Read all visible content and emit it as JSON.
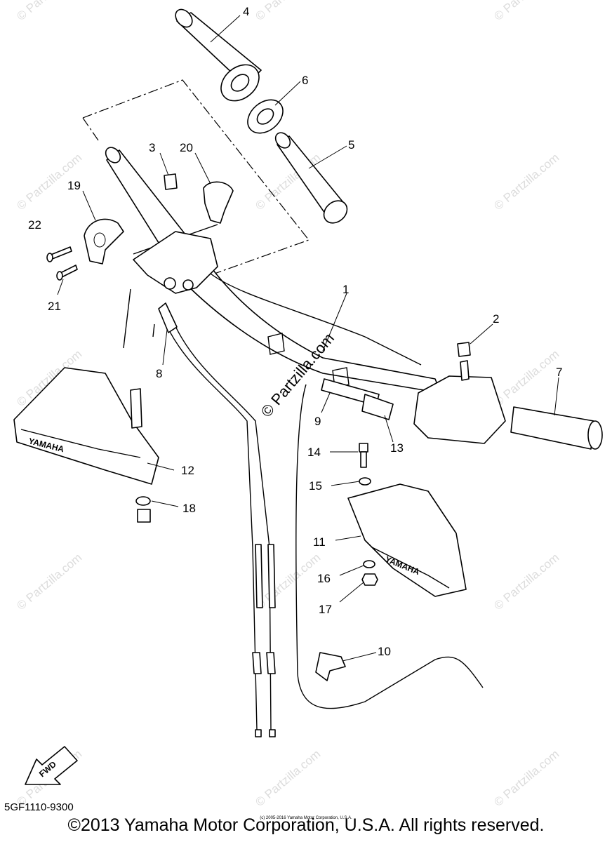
{
  "diagram": {
    "callouts": [
      "1",
      "2",
      "3",
      "4",
      "5",
      "6",
      "7",
      "8",
      "9",
      "10",
      "11",
      "12",
      "13",
      "14",
      "15",
      "16",
      "17",
      "18",
      "19",
      "20",
      "21",
      "22"
    ],
    "watermark": "© Partzilla.com",
    "center_watermark": "© Partzilla.com",
    "guard_brand": "YAMAHA",
    "fwd_label": "FWD"
  },
  "footer": {
    "diagram_code": "5GF1110-9300",
    "copyright": "©2013 Yamaha Motor Corporation, U.S.A. All rights reserved.",
    "tiny_notice": "(c) 2005-2016 Yamaha Motor Corporation, U.S.A."
  }
}
